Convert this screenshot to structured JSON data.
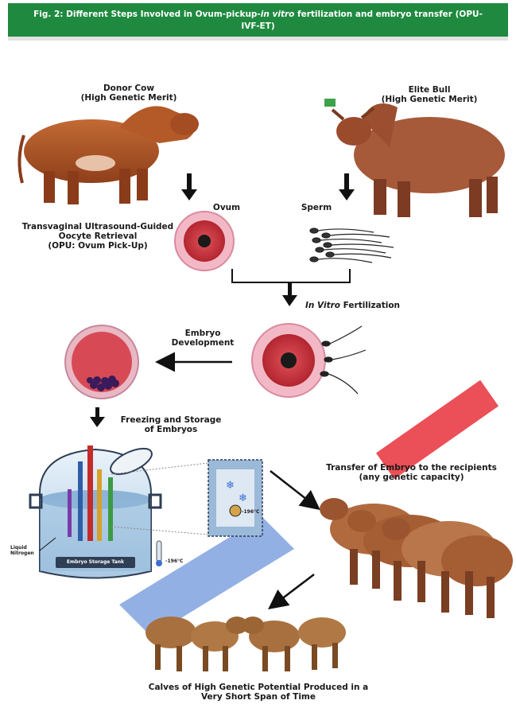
{
  "header": {
    "title_part1": "Fig. 2: Different Steps Involved in Ovum-pickup-",
    "title_italic": "in vitro",
    "title_part2": " fertilization and embryo transfer (OPU-IVF-ET)",
    "background": "#1f8a3f"
  },
  "donor": {
    "title": "Donor Cow",
    "subtitle": "(High Genetic Merit)"
  },
  "bull": {
    "title": "Elite Bull",
    "subtitle": "(High Genetic Merit)"
  },
  "opu": {
    "line1": "Transvaginal Ultrasound-Guided",
    "line2": "Oocyte Retrieval",
    "line3": "(OPU: Ovum Pick-Up)"
  },
  "gametes": {
    "ovum_label": "Ovum",
    "sperm_label": "Sperm"
  },
  "ivf": {
    "italic": "In Vitro",
    "rest": " Fertilization"
  },
  "development": {
    "line1": "Embryo",
    "line2": "Development"
  },
  "freezing": {
    "line1": "Freezing and Storage",
    "line2": "of Embryos"
  },
  "tank": {
    "liquid_line1": "Liquid",
    "liquid_line2": "Nitrogen",
    "tank_label": "Embryo Storage Tank",
    "temp": "-196°C"
  },
  "straw_panel": {
    "temp": "-196°C"
  },
  "transfer": {
    "line1": "Transfer of Embryo to the recipients",
    "line2": "(any genetic capacity)"
  },
  "calves": {
    "line1": "Calves of High Genetic Potential Produced in a",
    "line2": "Very Short Span of Time"
  },
  "colors": {
    "ovum_red": "#c8333b",
    "zona_pink": "#f2b8c6",
    "cattle_brown": "#b0562a",
    "watermark_red": "#e8303a",
    "watermark_blue": "#3a6fd0"
  }
}
